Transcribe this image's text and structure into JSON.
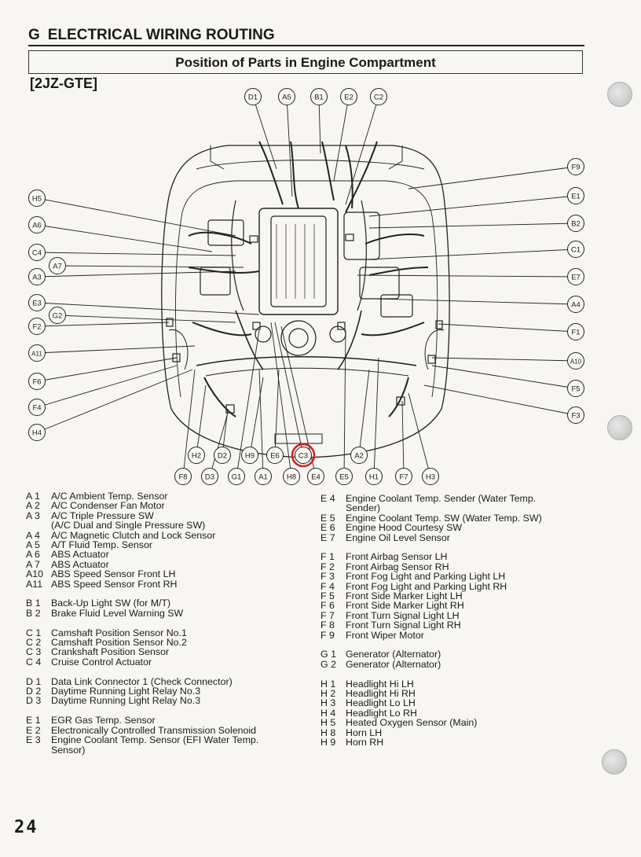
{
  "header": {
    "section_letter": "G",
    "section_title": "ELECTRICAL WIRING ROUTING",
    "page_title": "Position of Parts in Engine Compartment",
    "model": "[2JZ-GTE]"
  },
  "diagram": {
    "callouts": [
      "D1",
      "A5",
      "B1",
      "E2",
      "C2",
      "F9",
      "H5",
      "E1",
      "A6",
      "B2",
      "C4",
      "C1",
      "A7",
      "A3",
      "E7",
      "E3",
      "A4",
      "G2",
      "F2",
      "F1",
      "A11",
      "A10",
      "F6",
      "F5",
      "F4",
      "F3",
      "H4",
      "H2",
      "D2",
      "H9",
      "E6",
      "C3",
      "A2",
      "F8",
      "D3",
      "G1",
      "A1",
      "H8",
      "E4",
      "E5",
      "H1",
      "F7",
      "H3"
    ],
    "highlighted": "C3",
    "highlight_color": "#d42020"
  },
  "legend_left": [
    [
      {
        "code": "A 1",
        "name": "A/C Ambient Temp. Sensor"
      },
      {
        "code": "A 2",
        "name": "A/C Condenser Fan Motor"
      },
      {
        "code": "A 3",
        "name": "A/C Triple Pressure SW"
      },
      {
        "code": "",
        "name": "(A/C Dual and Single Pressure SW)"
      },
      {
        "code": "A 4",
        "name": "A/C Magnetic Clutch and Lock Sensor"
      },
      {
        "code": "A 5",
        "name": "A/T Fluid Temp. Sensor"
      },
      {
        "code": "A 6",
        "name": "ABS Actuator"
      },
      {
        "code": "A 7",
        "name": "ABS Actuator"
      },
      {
        "code": "A10",
        "name": "ABS Speed Sensor Front LH"
      },
      {
        "code": "A11",
        "name": "ABS Speed Sensor Front RH"
      }
    ],
    [
      {
        "code": "B 1",
        "name": "Back-Up Light SW (for M/T)"
      },
      {
        "code": "B 2",
        "name": "Brake Fluid Level Warning SW"
      }
    ],
    [
      {
        "code": "C 1",
        "name": "Camshaft Position Sensor No.1"
      },
      {
        "code": "C 2",
        "name": "Camshaft Position Sensor No.2"
      },
      {
        "code": "C 3",
        "name": "Crankshaft Position Sensor"
      },
      {
        "code": "C 4",
        "name": "Cruise Control Actuator"
      }
    ],
    [
      {
        "code": "D 1",
        "name": "Data Link Connector 1 (Check Connector)"
      },
      {
        "code": "D 2",
        "name": "Daytime Running Light Relay No.3"
      },
      {
        "code": "D 3",
        "name": "Daytime Running Light Relay No.3"
      }
    ],
    [
      {
        "code": "E 1",
        "name": "EGR Gas Temp. Sensor"
      },
      {
        "code": "E 2",
        "name": "Electronically Controlled Transmission Solenoid"
      },
      {
        "code": "E 3",
        "name": "Engine Coolant Temp. Sensor (EFI Water Temp."
      },
      {
        "code": "",
        "name": "Sensor)"
      }
    ]
  ],
  "legend_right": [
    [
      {
        "code": "E 4",
        "name": "Engine Coolant Temp. Sender (Water Temp."
      },
      {
        "code": "",
        "name": "Sender)"
      },
      {
        "code": "E 5",
        "name": "Engine Coolant Temp. SW (Water Temp. SW)"
      },
      {
        "code": "E 6",
        "name": "Engine Hood Courtesy SW"
      },
      {
        "code": "E 7",
        "name": "Engine Oil Level Sensor"
      }
    ],
    [
      {
        "code": "F 1",
        "name": "Front Airbag Sensor LH"
      },
      {
        "code": "F 2",
        "name": "Front Airbag Sensor RH"
      },
      {
        "code": "F 3",
        "name": "Front Fog Light and Parking Light LH"
      },
      {
        "code": "F 4",
        "name": "Front Fog Light and Parking Light RH"
      },
      {
        "code": "F 5",
        "name": "Front Side Marker Light LH"
      },
      {
        "code": "F 6",
        "name": "Front Side Marker Light RH"
      },
      {
        "code": "F 7",
        "name": "Front Turn Signal Light LH"
      },
      {
        "code": "F 8",
        "name": "Front Turn Signal Light RH"
      },
      {
        "code": "F 9",
        "name": "Front Wiper Motor"
      }
    ],
    [
      {
        "code": "G 1",
        "name": "Generator (Alternator)"
      },
      {
        "code": "G 2",
        "name": "Generator (Alternator)"
      }
    ],
    [
      {
        "code": "H 1",
        "name": "Headlight Hi LH"
      },
      {
        "code": "H 2",
        "name": "Headlight Hi RH"
      },
      {
        "code": "H 3",
        "name": "Headlight Lo LH"
      },
      {
        "code": "H 4",
        "name": "Headlight Lo RH"
      },
      {
        "code": "H 5",
        "name": "Heated Oxygen Sensor (Main)"
      },
      {
        "code": "H 8",
        "name": "Horn LH"
      },
      {
        "code": "H 9",
        "name": "Horn RH"
      }
    ]
  ],
  "footer": {
    "page_number": "24"
  }
}
